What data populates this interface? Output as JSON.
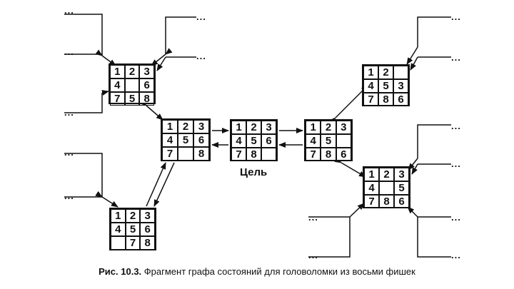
{
  "boards": {
    "b1": [
      "1",
      "2",
      "3",
      "4",
      "",
      "6",
      "7",
      "5",
      "8"
    ],
    "b2": [
      "1",
      "2",
      "3",
      "4",
      "5",
      "6",
      "7",
      "",
      "8"
    ],
    "b3": [
      "1",
      "2",
      "3",
      "4",
      "5",
      "6",
      "",
      "7",
      "8"
    ],
    "goal": [
      "1",
      "2",
      "3",
      "4",
      "5",
      "6",
      "7",
      "8",
      ""
    ],
    "b5": [
      "1",
      "2",
      "3",
      "4",
      "5",
      "",
      "7",
      "8",
      "6"
    ],
    "b6": [
      "1",
      "2",
      "",
      "4",
      "5",
      "3",
      "7",
      "8",
      "6"
    ],
    "b7": [
      "1",
      "2",
      "3",
      "4",
      "",
      "5",
      "7",
      "8",
      "6"
    ]
  },
  "goal_label": "Цель",
  "ellipsis": "...",
  "caption": {
    "figure": "Рис. 10.3.",
    "text": "Фрагмент графа состояний для головоломки из восьми фишек"
  }
}
